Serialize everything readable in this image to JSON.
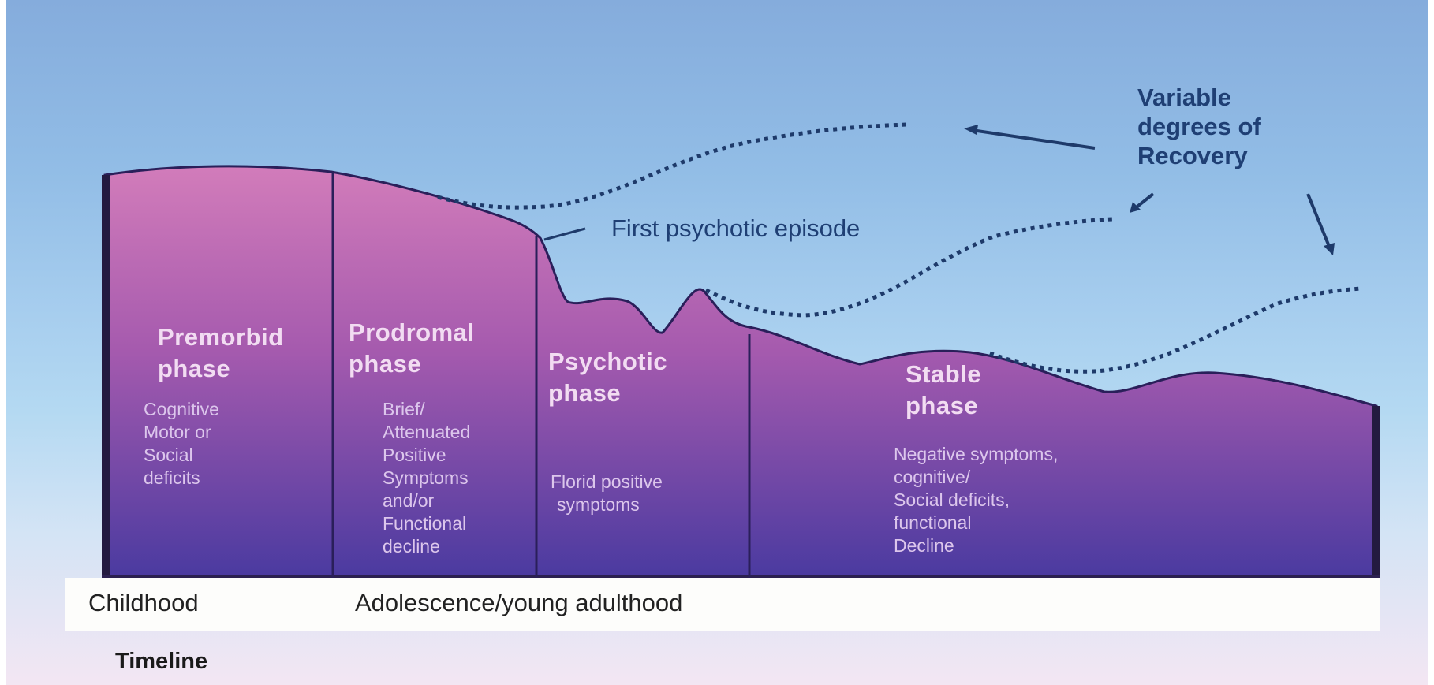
{
  "title": "Phases of psychotic illness over time",
  "phases": [
    {
      "name": "Premorbid phase",
      "line1": "Premorbid",
      "line2": "phase",
      "description": [
        "Cognitive",
        "Motor or",
        "Social",
        "deficits"
      ]
    },
    {
      "name": "Prodromal phase",
      "line1": "Prodromal",
      "line2": "phase",
      "description": [
        "Brief/",
        "Attenuated",
        "Positive",
        "Symptoms",
        "and/or",
        "Functional",
        "decline"
      ]
    },
    {
      "name": "Psychotic phase",
      "line1": "Psychotic",
      "line2": "phase",
      "description": [
        "Florid positive",
        "symptoms"
      ]
    },
    {
      "name": "Stable phase",
      "line1": "Stable",
      "line2": "phase",
      "description": [
        "Negative symptoms,",
        "cognitive/",
        "Social deficits,",
        "functional",
        "Decline"
      ]
    }
  ],
  "annotations": {
    "first_episode": "First psychotic episode",
    "recovery": [
      "Variable",
      "degrees of",
      "Recovery"
    ]
  },
  "age_band": {
    "childhood": "Childhood",
    "adolescence": "Adolescence/young adulthood"
  },
  "axis_label": "Timeline",
  "colors": {
    "sky_top": "#85acdc",
    "sky_bottom": "#f3e6f3",
    "area_top": "#d27cba",
    "area_bottom": "#4a3aa0",
    "outline": "#2a1f5a",
    "dotted": "#1e3a6a",
    "annotation_text": "#1f3f74"
  }
}
